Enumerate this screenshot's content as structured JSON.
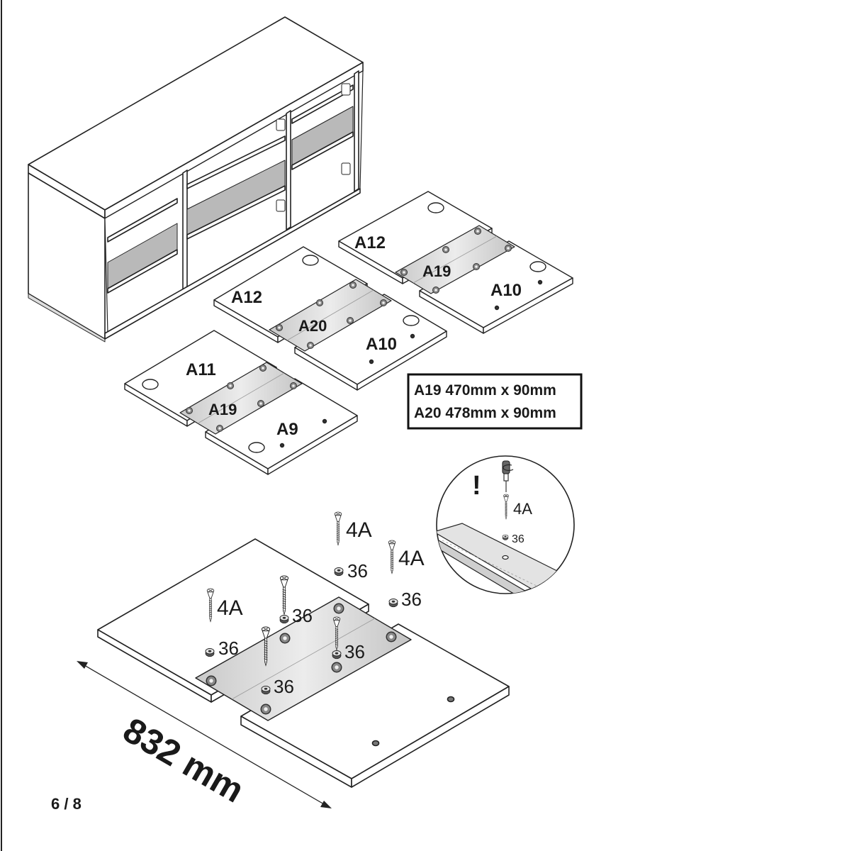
{
  "diagram": {
    "panel_labels": {
      "a12_top": "A12",
      "a19_top": "A19",
      "a10_top": "A10",
      "a12_mid": "A12",
      "a20_mid": "A20",
      "a10_mid": "A10",
      "a11_low": "A11",
      "a19_low": "A19",
      "a9_low": "A9"
    },
    "spec_box": {
      "line1": "A19 470mm x 90mm",
      "line2": "A20 478mm x 90mm"
    },
    "detail": {
      "warning": "!",
      "screw": "4A",
      "cap": "36"
    },
    "hardware": {
      "screw_code": "4A",
      "cap_code": "36"
    },
    "dimension": "832 mm",
    "page_number": "6 / 8"
  }
}
